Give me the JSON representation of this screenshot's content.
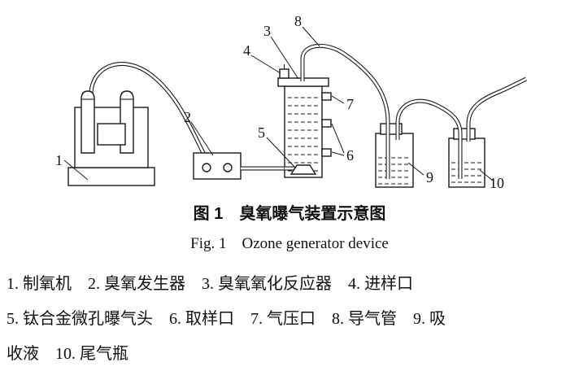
{
  "figure": {
    "caption_zh": "图 1　臭氧曝气装置示意图",
    "caption_en": "Fig. 1　Ozone generator device",
    "legend_lines": [
      "1. 制氧机　2. 臭氧发生器　3. 臭氧氧化反应器　4. 进样口",
      "5. 钛合金微孔曝气头　6. 取样口　7. 气压口　8. 导气管　9. 吸",
      "收液　10. 尾气瓶"
    ]
  },
  "diagram": {
    "labels": {
      "n1": "1",
      "n2": "2",
      "n3": "3",
      "n4": "4",
      "n5": "5",
      "n6": "6",
      "n7": "7",
      "n8": "8",
      "n9": "9",
      "n10": "10"
    }
  },
  "colors": {
    "ink": "#1a1a1a",
    "background": "#ffffff"
  }
}
